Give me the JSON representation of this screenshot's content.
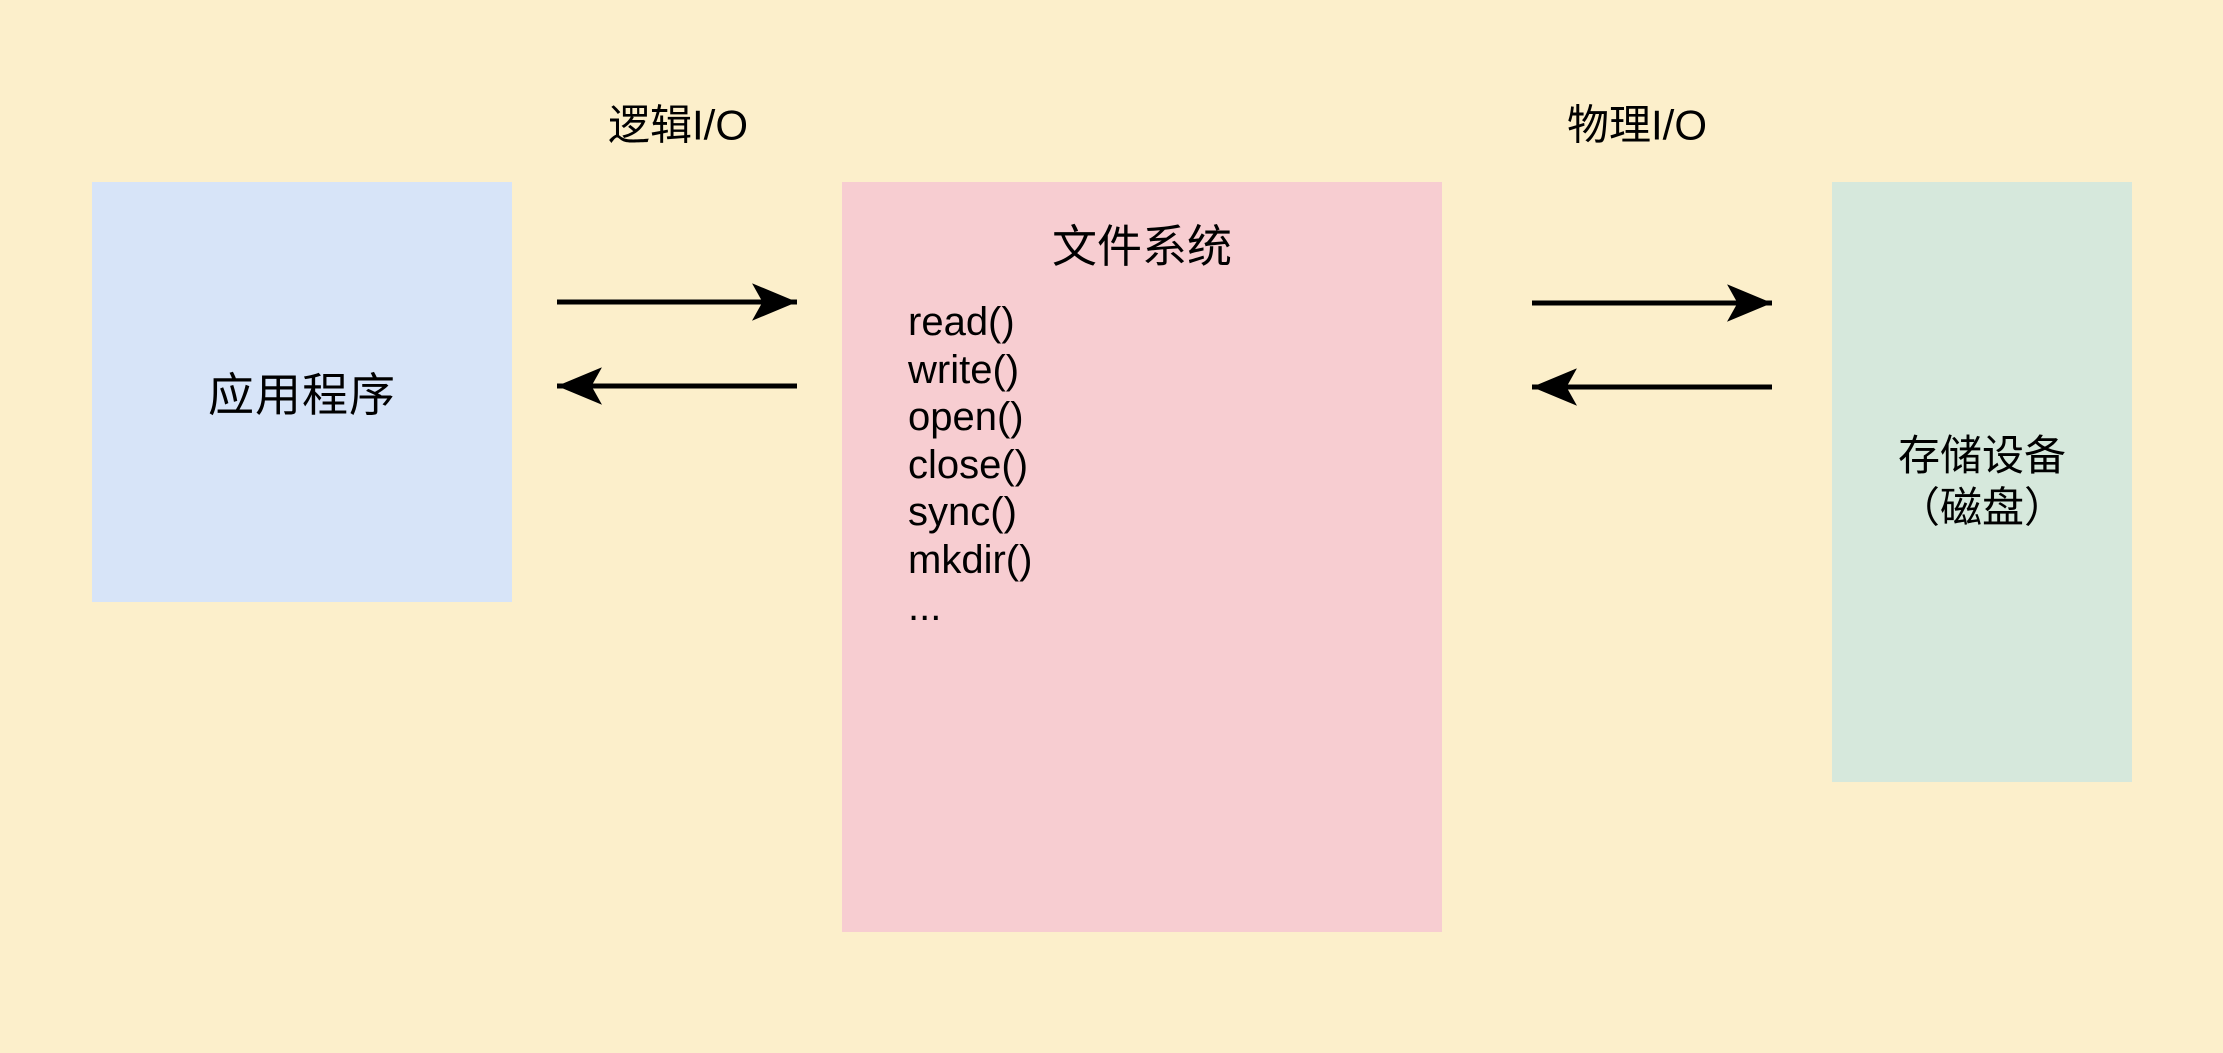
{
  "diagram": {
    "colors": {
      "background": "#FCEFCB",
      "application_box": "#D7E4F8",
      "filesystem_box": "#F7CDD1",
      "storage_box": "#D6E8DC",
      "arrow": "#000000",
      "text": "#000000"
    },
    "labels": {
      "logical_io": "逻辑I/O",
      "physical_io": "物理I/O"
    },
    "boxes": {
      "application": {
        "label": "应用程序"
      },
      "filesystem": {
        "title": "文件系统",
        "functions": [
          "read()",
          "write()",
          "open()",
          "close()",
          "sync()",
          "mkdir()",
          "..."
        ]
      },
      "storage": {
        "label_line1": "存储设备",
        "label_line2": "（磁盘）"
      }
    }
  }
}
